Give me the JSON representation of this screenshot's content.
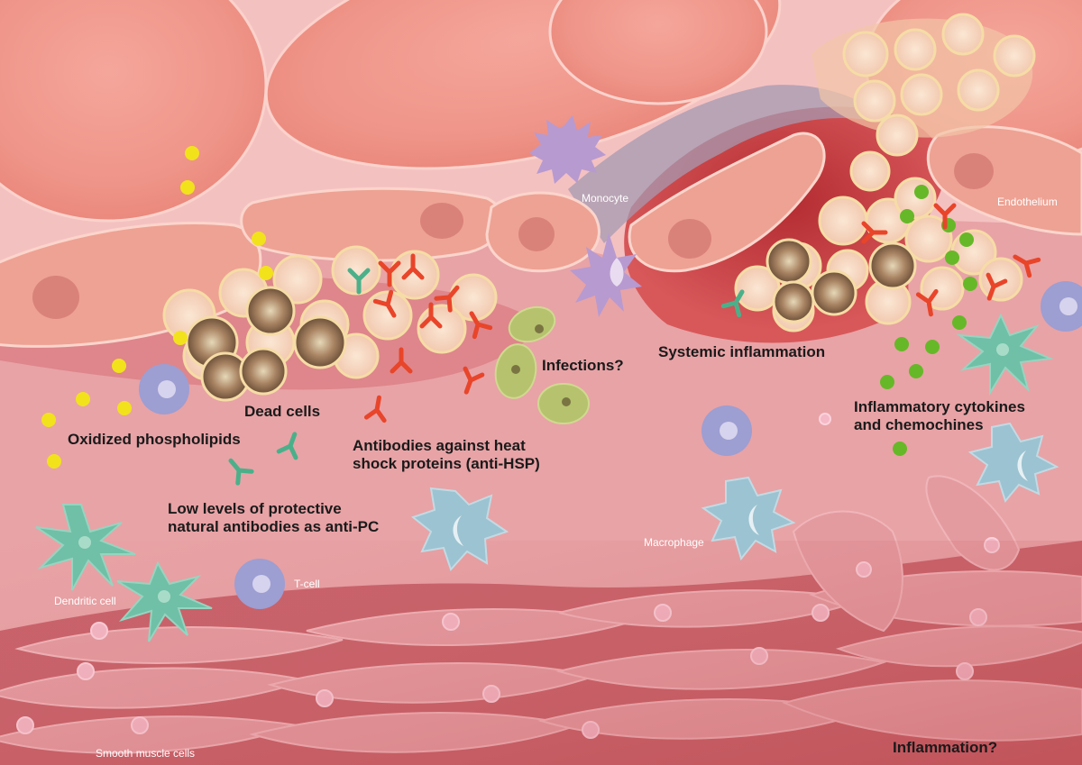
{
  "labels": {
    "monocyte": "Monocyte",
    "endothelium": "Endothelium",
    "systemic_inflammation": "Systemic inflammation",
    "infections": "Infections?",
    "inflammatory_cytokines": "Inflammatory cytokines\nand chemochines",
    "dead_cells": "Dead cells",
    "oxidized_phospholipids": "Oxidized phospholipids",
    "anti_hsp": "Antibodies against heat\nshock proteins (anti-HSP)",
    "anti_pc": "Low levels of protective\nnatural antibodies as anti-PC",
    "macrophage": "Macrophage",
    "t_cell": "T-cell",
    "dendritic_cell": "Dendritic cell",
    "smooth_muscle_cells": "Smooth muscle cells",
    "inflammation": "Inflammation?"
  },
  "icons": {
    "antibody_protective": "green-y-antibody",
    "antibody_anti_hsp": "red-y-antibody",
    "phospholipid": "yellow-dot",
    "cytokine": "green-dot"
  },
  "colors": {
    "antibody_red": "#e8452a",
    "antibody_green": "#4bb08a",
    "phospholipid_yellow": "#f2e21c",
    "cytokine_green": "#66b828",
    "monocyte_purple": "#b79ad0",
    "tcell_purple": "#9d9ed2",
    "macrophage_blue": "#9cc3d1",
    "dendritic_teal": "#6fc0a6"
  }
}
